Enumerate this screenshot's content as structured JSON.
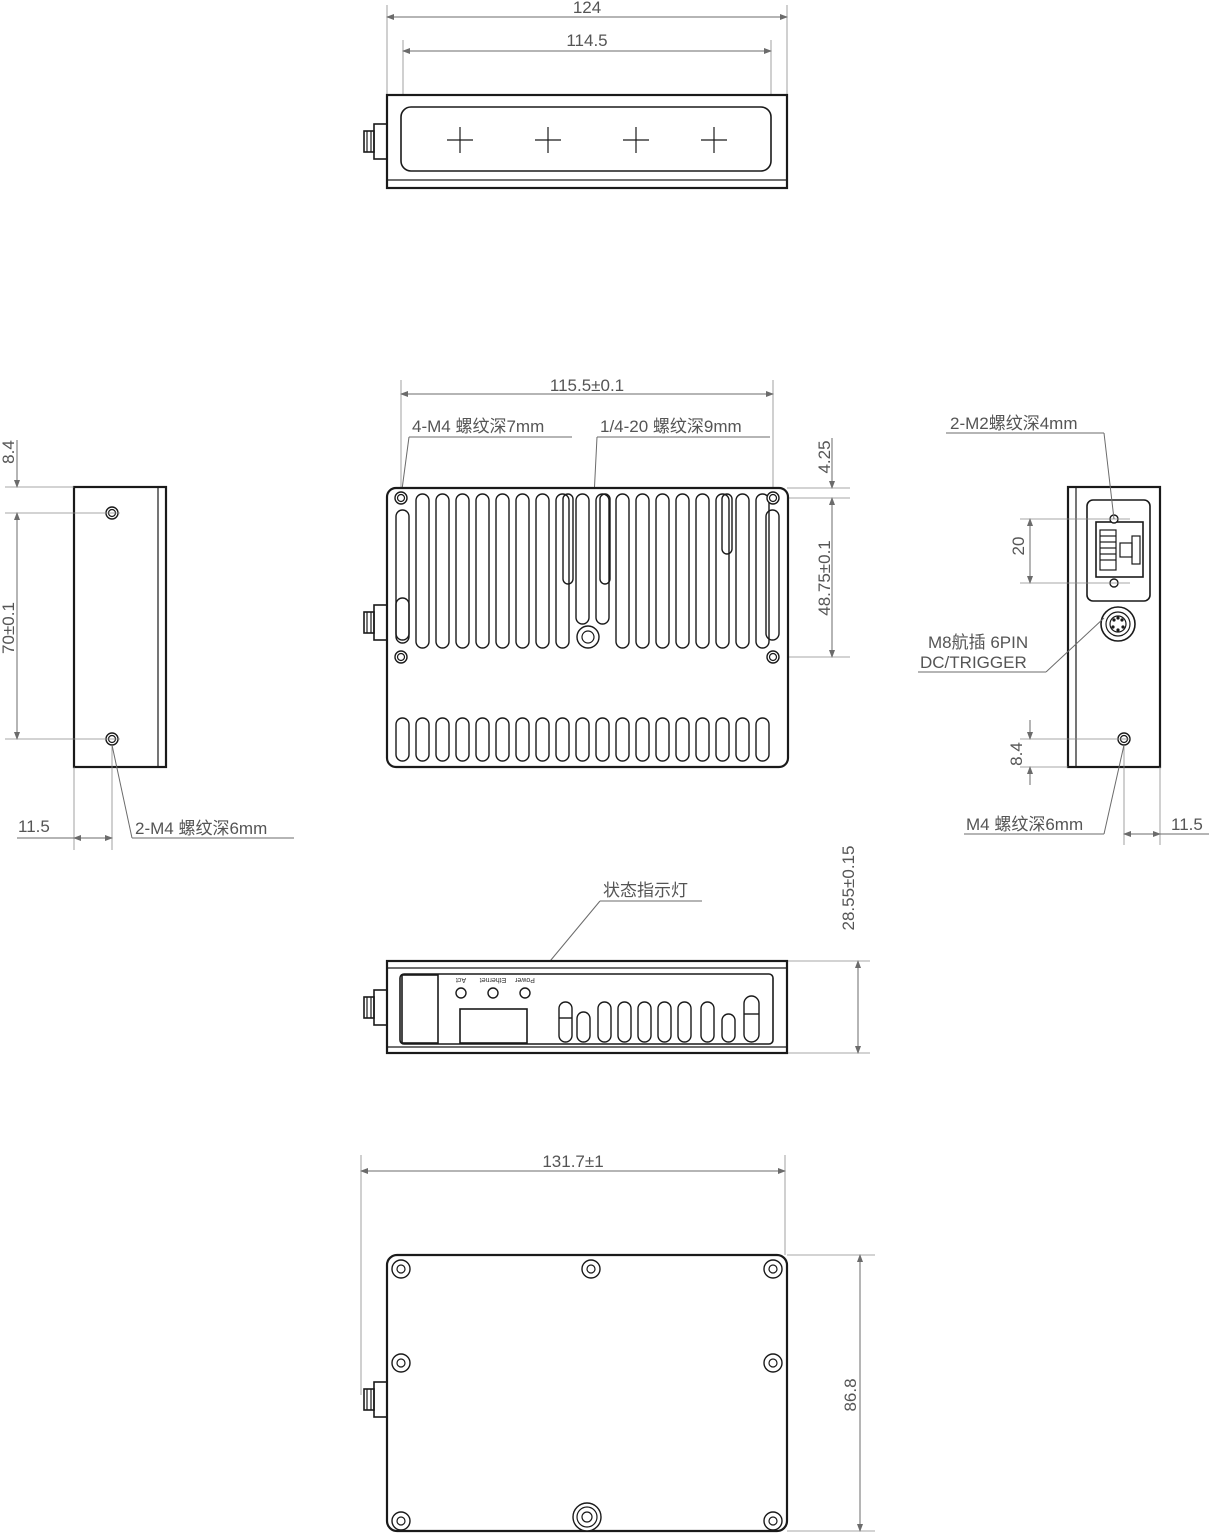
{
  "dims": {
    "top_width": "124",
    "top_inner_width": "114.5",
    "front_hole_spacing": "115.5±0.1",
    "front_vertical_top": "4.25",
    "front_vertical_spacing": "48.75±0.1",
    "left_top_offset": "8.4",
    "left_spacing": "70±0.1",
    "left_bottom_offset": "11.5",
    "right_connector_spacing": "20",
    "right_bottom_offset": "8.4",
    "right_side_offset": "11.5",
    "side_height": "28.55±0.15",
    "bottom_width": "131.7±1",
    "bottom_height": "86.8"
  },
  "labels": {
    "front_m4": "4-M4 螺纹深7mm",
    "front_tripod": "1/4-20 螺纹深9mm",
    "left_m4": "2-M4 螺纹深6mm",
    "right_m2": "2-M2螺纹深4mm",
    "right_m8_line1": "M8航插 6PIN",
    "right_m8_line2": "DC/TRIGGER",
    "right_m4": "M4 螺纹深6mm",
    "status_led": "状态指示灯",
    "led_power": "Power",
    "led_ethernet": "Ethernet",
    "led_act": "Act"
  }
}
